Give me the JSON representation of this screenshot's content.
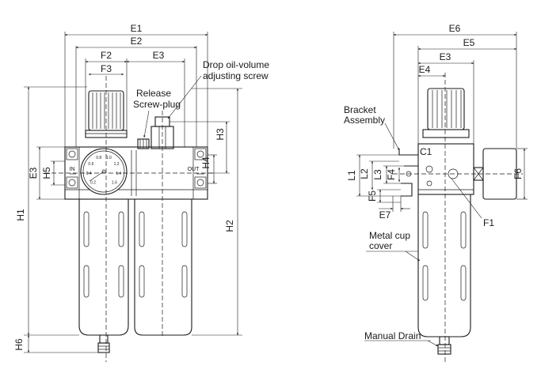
{
  "labels": {
    "E1": "E1",
    "E2": "E2",
    "F2": "F2",
    "E3": "E3",
    "F3": "F3",
    "H1": "H1",
    "H2": "H2",
    "H3": "H3",
    "H4": "H4",
    "H5": "H5",
    "H6": "H6",
    "E3_left": "E3",
    "drop_oil_line1": "Drop oil-volume",
    "drop_oil_line2": "adjusting screw",
    "release_line1": "Release",
    "release_line2": "Screw-plug",
    "port_in": "IN",
    "port_out": "OUT",
    "E6": "E6",
    "E5": "E5",
    "E3_side": "E3",
    "E4": "E4",
    "bracket_line1": "Bracket",
    "bracket_line2": "Assembly",
    "C1": "C1",
    "L1": "L1",
    "L2": "L2",
    "L3": "L3",
    "F4": "F4",
    "F5": "F5",
    "E7": "E7",
    "F1": "F1",
    "F6": "F6",
    "metal_cup_line1": "Metal cup",
    "metal_cup_line2": "cover",
    "manual_drain": "Manual Drain"
  },
  "gauge_ticks": [
    "0.2",
    "0.4",
    "0.6",
    "0.8",
    "1.0",
    "1.2",
    "1.4",
    "1.6"
  ]
}
